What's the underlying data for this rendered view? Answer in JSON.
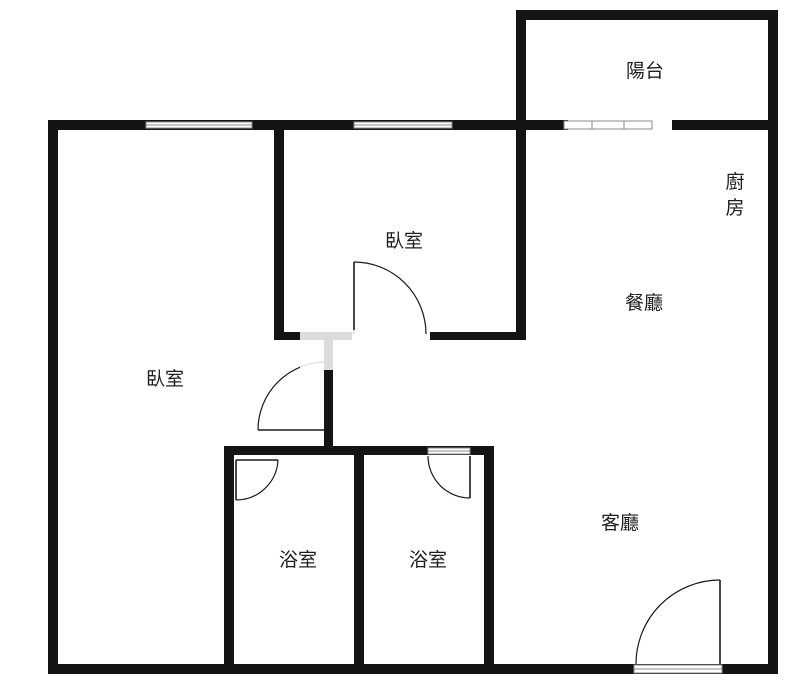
{
  "rooms": {
    "balcony": "陽台",
    "kitchen_1": "廚",
    "kitchen_2": "房",
    "bedroom_small": "臥室",
    "dining": "餐廳",
    "bedroom_large": "臥室",
    "bath_left": "浴室",
    "bath_right": "浴室",
    "living": "客廳"
  },
  "colors": {
    "wall": "#141414",
    "window_frame": "#8a8a8a",
    "background": "#ffffff"
  }
}
